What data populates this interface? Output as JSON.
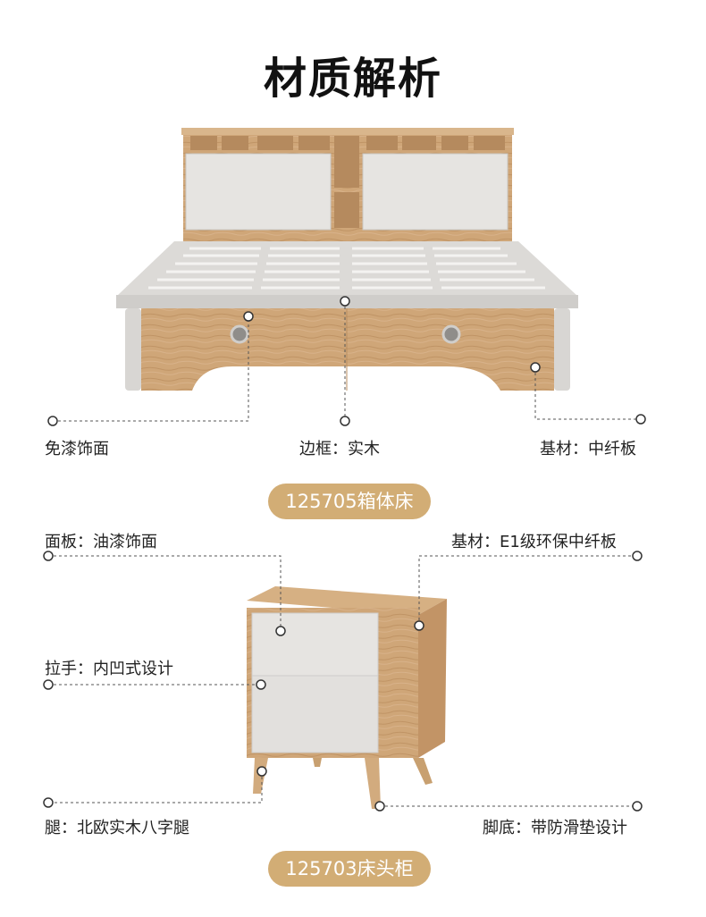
{
  "page_title": "材质解析",
  "bed": {
    "labels": {
      "left": "免漆饰面",
      "center": "边框：实木",
      "right": "基材：中纤板"
    },
    "model_badge": "125705箱体床"
  },
  "nightstand": {
    "labels": {
      "top_left": "面板：油漆饰面",
      "top_right": "基材：E1级环保中纤板",
      "middle_left": "拉手：内凹式设计",
      "bottom_left": "腿：北欧实木八字腿",
      "bottom_right": "脚底：带防滑垫设计"
    },
    "model_badge": "125703床头柜"
  },
  "colors": {
    "wood": "#cfa678",
    "panel": "#e6e4e1",
    "badge": "#d2ad75"
  }
}
